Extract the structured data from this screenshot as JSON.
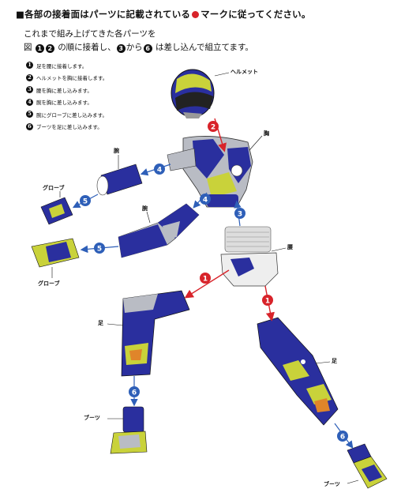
{
  "header": {
    "title_before": "■各部の接着面はパーツに記載されている",
    "title_after": "マークに従ってください。",
    "accent_color": "#d8232a",
    "line1": "これまで組み上げてきた各パーツを",
    "line2_a": "図",
    "line2_b": "の順に接着し、",
    "line2_c": "から",
    "line2_d": "は差し込んで組立てます。",
    "n1": "1",
    "n2": "2",
    "n3": "3",
    "n6": "6"
  },
  "steps": [
    {
      "num": "1",
      "text": "足を腰に接着します。"
    },
    {
      "num": "2",
      "text": "ヘルメットを胸に接着します。"
    },
    {
      "num": "3",
      "text": "腰を胸に差し込みます。"
    },
    {
      "num": "4",
      "text": "腕を胸に差し込みます。"
    },
    {
      "num": "5",
      "text": "腕にグローブに差し込みます。"
    },
    {
      "num": "6",
      "text": "ブーツを足に差し込みます。"
    }
  ],
  "labels": {
    "helmet": "ヘルメット",
    "chest": "胸",
    "arm_upper": "腕",
    "arm_lower": "腕",
    "glove_upper": "グローブ",
    "glove_lower": "グローブ",
    "waist": "腰",
    "leg_left": "足",
    "leg_right": "足",
    "boot_left": "ブーツ",
    "boot_right": "ブーツ"
  },
  "markers": {
    "red_2": "2",
    "red_1a": "1",
    "red_1b": "1",
    "blue_4a": "4",
    "blue_4b": "4",
    "blue_3": "3",
    "blue_5a": "5",
    "blue_5b": "5",
    "blue_6a": "6",
    "blue_6b": "6"
  },
  "colors": {
    "suit_blue": "#2a2f9e",
    "suit_yellow": "#c9d23a",
    "suit_grey": "#b9bcc4",
    "marker_red": "#d8232a",
    "marker_blue": "#2e5fb8"
  }
}
